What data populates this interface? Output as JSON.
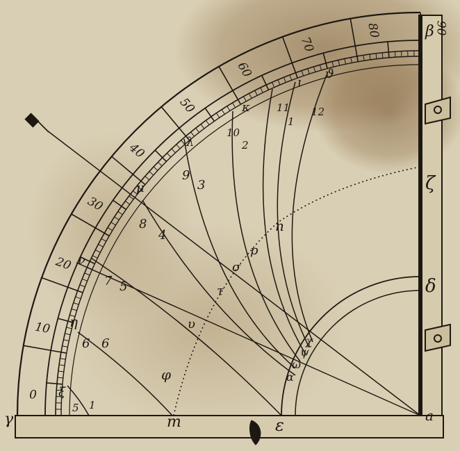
{
  "scale_labels": [
    "0",
    "10",
    "20",
    "30",
    "40",
    "50",
    "60",
    "70",
    "80",
    "90"
  ],
  "corner_letters": {
    "gamma": "γ",
    "a": "a",
    "beta": "β",
    "zeta": "ζ",
    "delta": "δ",
    "epsilon": "ε",
    "m": "m"
  },
  "arc_letters": {
    "eta": "η",
    "lambda": "λ",
    "kappa": "κ",
    "iota": "ι",
    "theta": "ϑ",
    "mu": "μ",
    "v": "ν",
    "xi": "ξ"
  },
  "inner_letters": {
    "n": "n",
    "p": "p",
    "sigma": "σ",
    "tau": "τ",
    "upsilon": "υ",
    "phi": "φ",
    "chi": "χ",
    "psi": "ψ",
    "omega": "ω",
    "alpha": "α"
  },
  "hour_pairs": [
    {
      "left": "5",
      "right": "1"
    },
    {
      "left": "6",
      "right": "6"
    },
    {
      "left": "7",
      "right": "5"
    },
    {
      "left": "8",
      "right": "4"
    },
    {
      "left": "9",
      "right": "3"
    },
    {
      "left": "10",
      "right": "2"
    },
    {
      "left": "11",
      "right": "1"
    },
    {
      "left": "12",
      "right": ""
    }
  ],
  "colors": {
    "paper": "#d9cfb4",
    "ink": "#1d1812",
    "stain": "#8a6a42"
  }
}
